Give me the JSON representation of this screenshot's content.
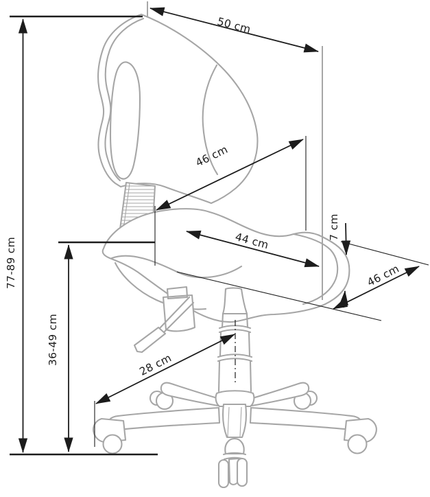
{
  "drawing": {
    "subject": "Office swivel chair - dimensioned technical line drawing",
    "unit": "cm",
    "labels": [
      {
        "id": "backrest-width",
        "text": "50 cm"
      },
      {
        "id": "overall-height",
        "text": "77-89 cm"
      },
      {
        "id": "backrest-height",
        "text": "46 cm"
      },
      {
        "id": "seat-width",
        "text": "44 cm"
      },
      {
        "id": "seat-thickness",
        "text": "7 cm"
      },
      {
        "id": "seat-depth",
        "text": "46 cm"
      },
      {
        "id": "seat-height",
        "text": "36-49 cm"
      },
      {
        "id": "base-radius",
        "text": "28 cm"
      }
    ],
    "colors": {
      "dimension_lines": "#1c1c1c",
      "chair_lines": "#a6a6a6",
      "background": "#ffffff"
    }
  }
}
